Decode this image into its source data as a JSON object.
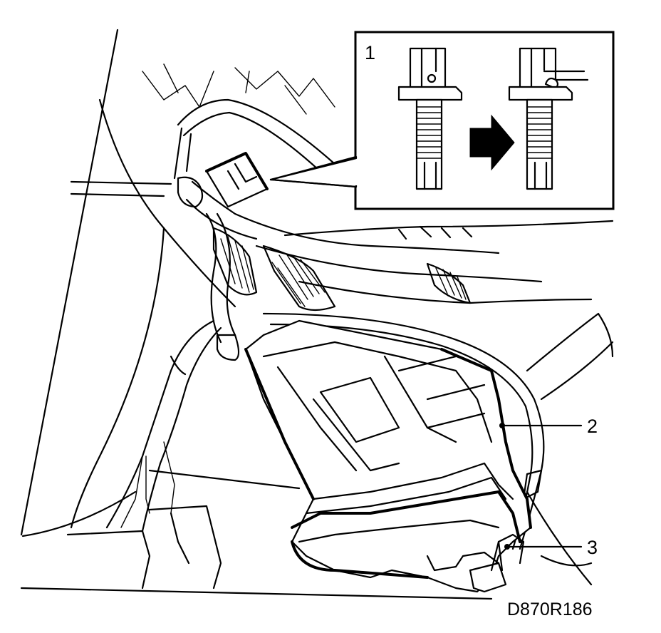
{
  "callouts": {
    "c1": "1",
    "c2": "2",
    "c3": "3"
  },
  "reference_code": "D870R186",
  "icons": {
    "arrow": "arrow-right-icon"
  }
}
